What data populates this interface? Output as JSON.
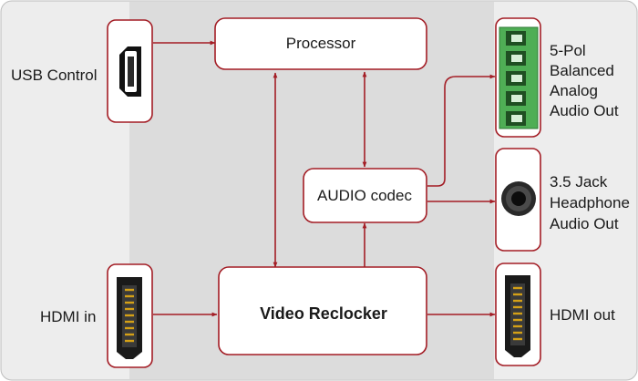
{
  "inputs": {
    "usb": {
      "label": "USB Control"
    },
    "hdmi": {
      "label": "HDMI in"
    }
  },
  "blocks": {
    "processor": "Processor",
    "audio_codec": "AUDIO codec",
    "video_reclocker": "Video Reclocker"
  },
  "outputs": {
    "balanced": {
      "lines": [
        "5-Pol",
        "Balanced",
        "Analog",
        "Audio Out"
      ]
    },
    "headphone": {
      "lines": [
        "3.5 Jack",
        "Headphone",
        "Audio Out"
      ]
    },
    "hdmi": {
      "label": "HDMI out"
    }
  },
  "colors": {
    "frame": "#a31d25",
    "arrow": "#a31d25",
    "panel": "#ededed",
    "middle_panel": "#dcdcdc",
    "terminal_green": "#4fae55"
  }
}
